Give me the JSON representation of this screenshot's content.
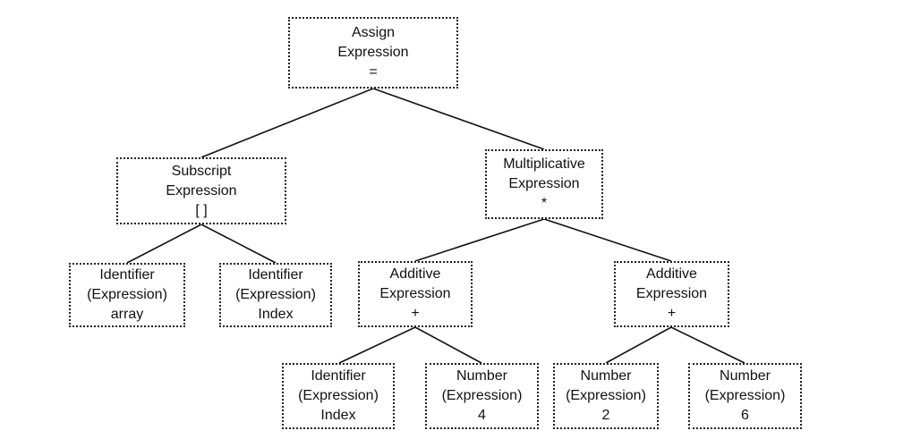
{
  "diagram": {
    "nodes": [
      {
        "id": "assign",
        "lines": [
          "Assign",
          "Expression",
          "="
        ]
      },
      {
        "id": "subscript",
        "lines": [
          "Subscript",
          "Expression",
          "[ ]"
        ]
      },
      {
        "id": "multiplicative",
        "lines": [
          "Multiplicative",
          "Expression",
          "*"
        ]
      },
      {
        "id": "ident-array",
        "lines": [
          "Identifier",
          "(Expression)",
          "array"
        ]
      },
      {
        "id": "ident-index",
        "lines": [
          "Identifier",
          "(Expression)",
          "Index"
        ]
      },
      {
        "id": "additive-left",
        "lines": [
          "Additive",
          "Expression",
          "+"
        ]
      },
      {
        "id": "additive-right",
        "lines": [
          "Additive",
          "Expression",
          "+"
        ]
      },
      {
        "id": "ident-index-2",
        "lines": [
          "Identifier",
          "(Expression)",
          "Index"
        ]
      },
      {
        "id": "number-4",
        "lines": [
          "Number",
          "(Expression)",
          "4"
        ]
      },
      {
        "id": "number-2",
        "lines": [
          "Number",
          "(Expression)",
          "2"
        ]
      },
      {
        "id": "number-6",
        "lines": [
          "Number",
          "(Expression)",
          "6"
        ]
      }
    ],
    "edges": [
      [
        "assign",
        "subscript"
      ],
      [
        "assign",
        "multiplicative"
      ],
      [
        "subscript",
        "ident-array"
      ],
      [
        "subscript",
        "ident-index"
      ],
      [
        "multiplicative",
        "additive-left"
      ],
      [
        "multiplicative",
        "additive-right"
      ],
      [
        "additive-left",
        "ident-index-2"
      ],
      [
        "additive-left",
        "number-4"
      ],
      [
        "additive-right",
        "number-2"
      ],
      [
        "additive-right",
        "number-6"
      ]
    ]
  }
}
